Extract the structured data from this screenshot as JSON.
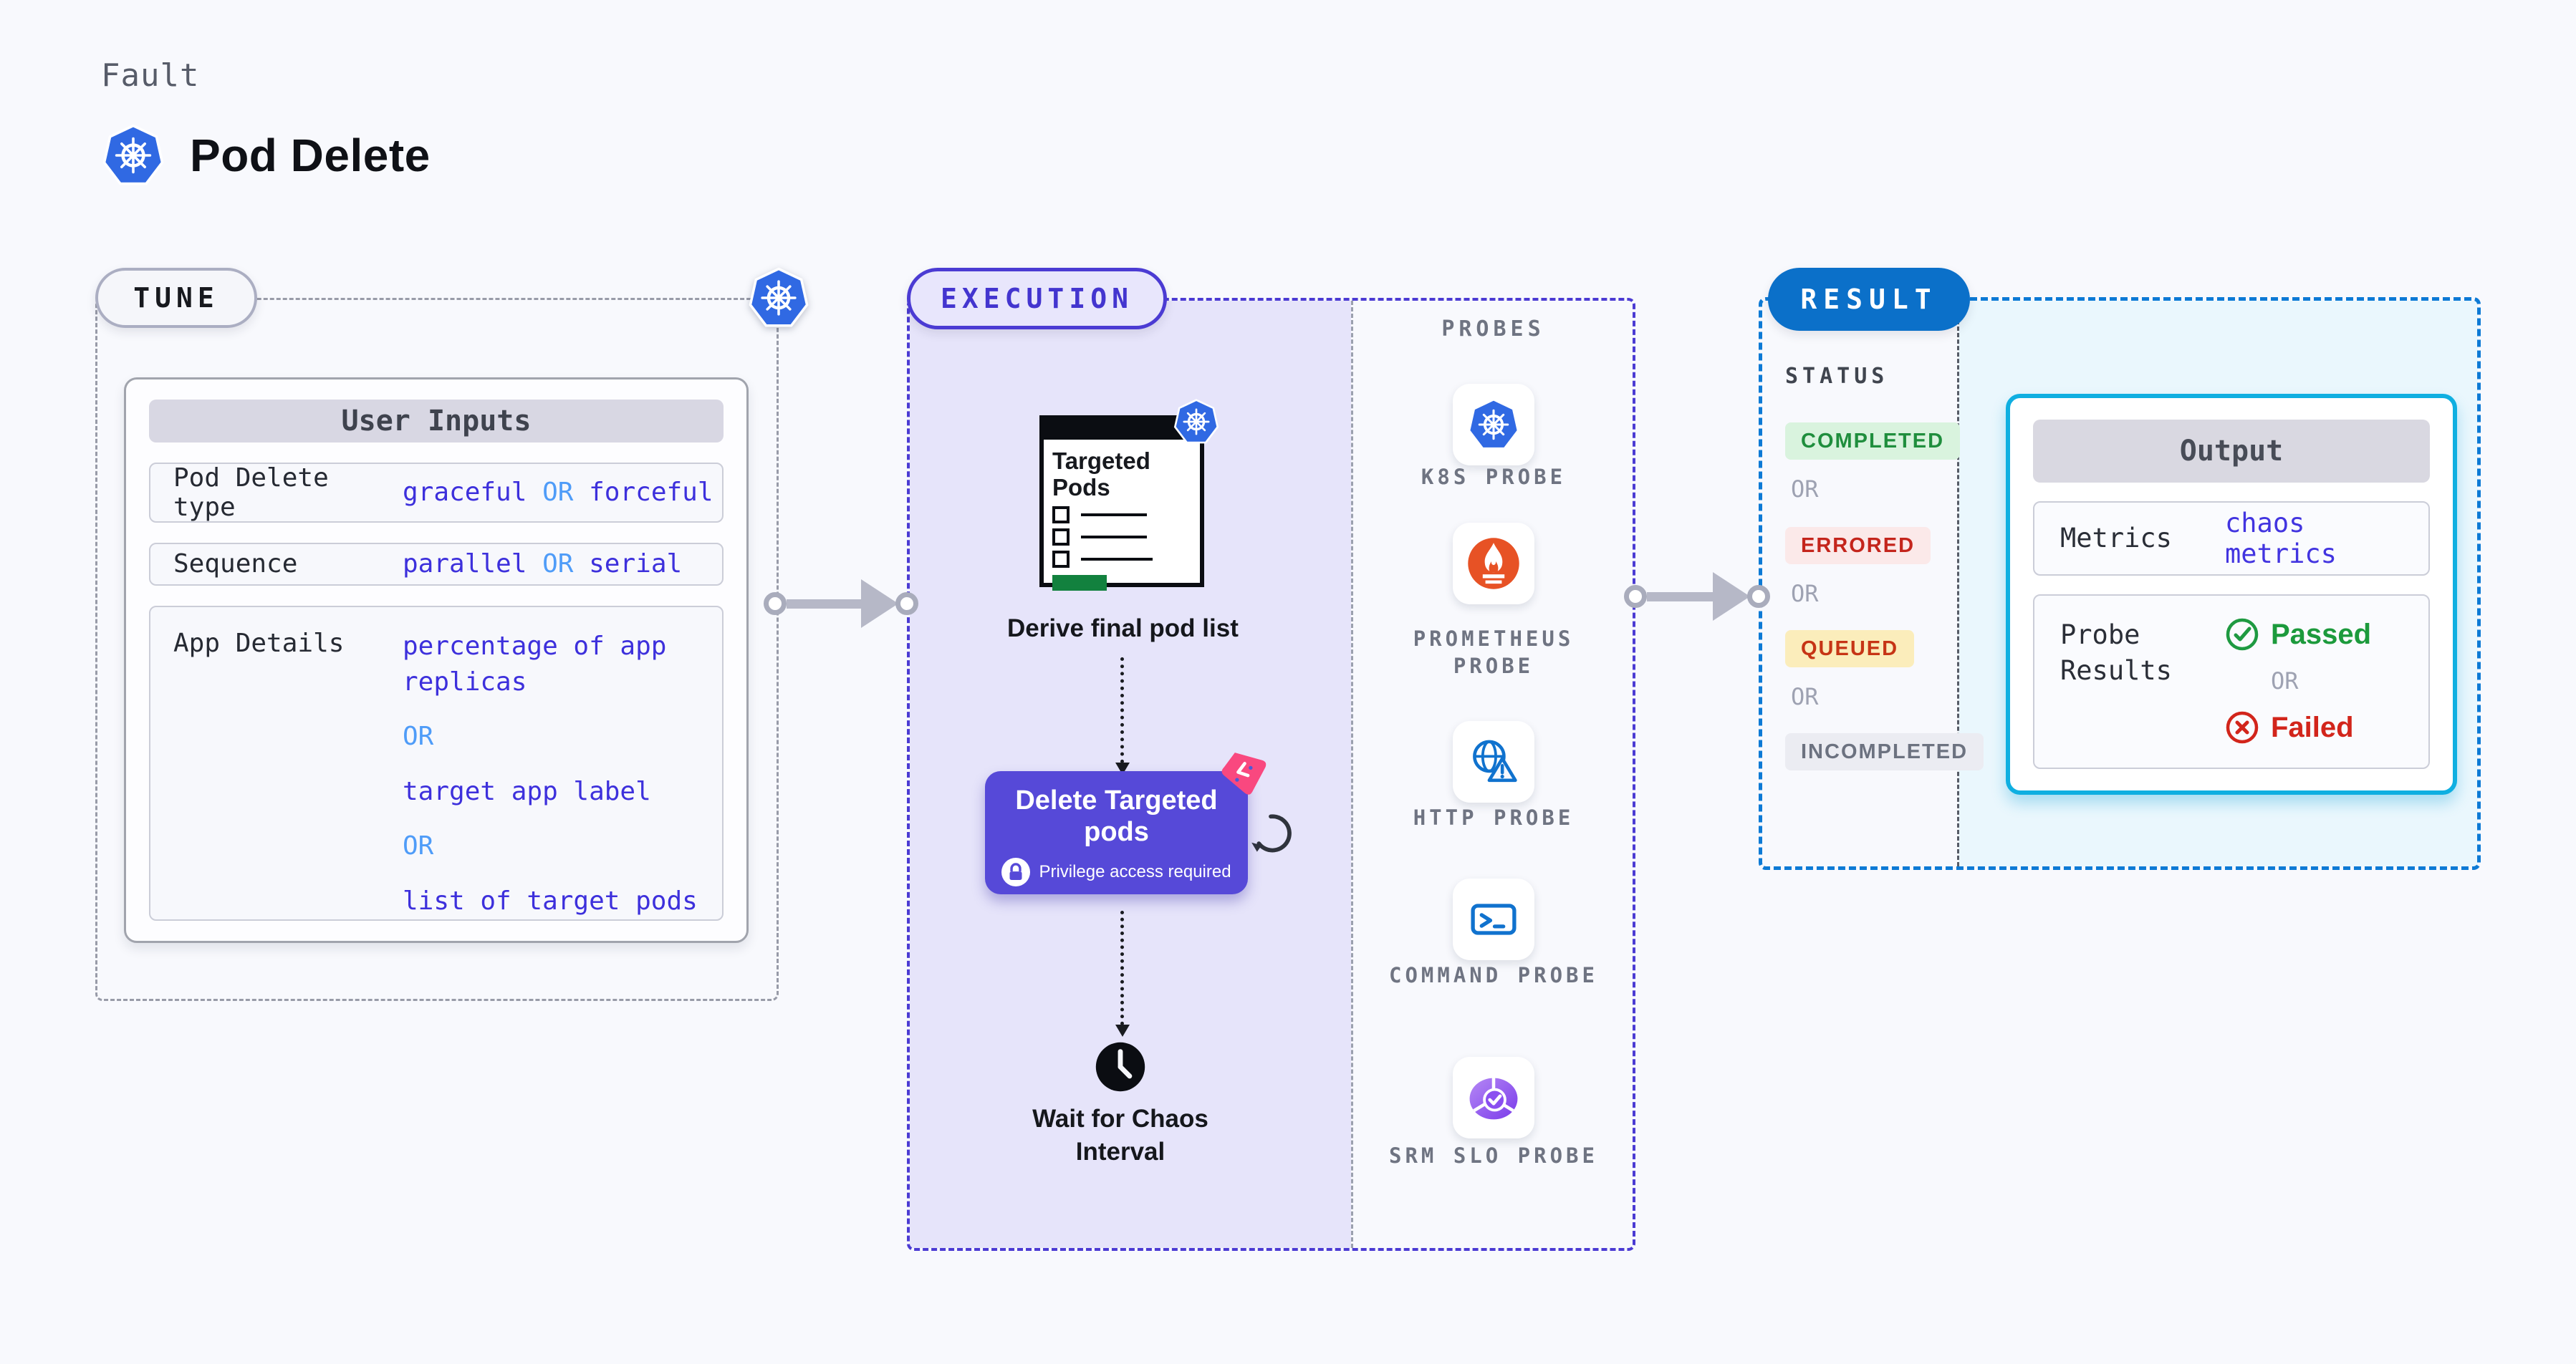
{
  "header": {
    "kicker": "Fault",
    "title": "Pod Delete"
  },
  "tune": {
    "label": "TUNE",
    "table": {
      "title": "User Inputs",
      "rows": [
        {
          "label": "Pod Delete type",
          "value1": "graceful",
          "or1": "OR",
          "value2": "forceful"
        },
        {
          "label": "Sequence",
          "value1": "parallel",
          "or1": "OR",
          "value2": "serial"
        },
        {
          "label": "App Details",
          "value1": "percentage of app replicas",
          "or1": "OR",
          "value2": "target app label",
          "or2": "OR",
          "value3": "list of target pods"
        }
      ]
    }
  },
  "execution": {
    "label": "EXECUTION",
    "probes_label": "PROBES",
    "targeted_pods_title": "Targeted Pods",
    "derive_label": "Derive final pod list",
    "delete_button": {
      "label": "Delete Targeted pods",
      "privilege": "Privilege access required"
    },
    "wait_label": "Wait for Chaos Interval"
  },
  "probes": {
    "items": [
      {
        "icon": "kubernetes-icon",
        "label": "K8S PROBE"
      },
      {
        "icon": "prometheus-icon",
        "label": "PROMETHEUS PROBE"
      },
      {
        "icon": "http-globe-warning-icon",
        "label": "HTTP PROBE"
      },
      {
        "icon": "terminal-icon",
        "label": "COMMAND PROBE"
      },
      {
        "icon": "slo-donut-check-icon",
        "label": "SRM SLO PROBE"
      }
    ]
  },
  "result": {
    "label": "RESULT",
    "status": {
      "title": "STATUS",
      "or_label": "OR",
      "items": [
        {
          "text": "COMPLETED",
          "color": "#1F8E3D",
          "bg": "#D9F3DE"
        },
        {
          "text": "ERRORED",
          "color": "#C4251C",
          "bg": "#FBE9E9"
        },
        {
          "text": "QUEUED",
          "color": "#C63415",
          "bg": "#FBEDBB"
        },
        {
          "text": "INCOMPLETED",
          "color": "#6C7280",
          "bg": "#EBECF2"
        }
      ]
    },
    "output": {
      "title": "Output",
      "metrics_label": "Metrics",
      "metrics_value": "chaos metrics",
      "probe_results_label": "Probe Results",
      "passed": "Passed",
      "or_label": "OR",
      "failed": "Failed"
    }
  },
  "colors": {
    "page_bg": "#F8F9FD",
    "value_indigo": "#3D30DC",
    "or_blue": "#4F9CF8",
    "execution_border": "#4B3BD3",
    "execution_fill": "#E6E4FA",
    "delete_button": "#5649D8",
    "result_pill": "#0B70C9",
    "result_dash": "#0D7AD5",
    "result_fill": "#EAF7FD",
    "output_border": "#0FAFE1",
    "kubernetes_blue": "#3069E3",
    "prometheus_orange": "#E75225",
    "chaos_pink": "#F9487F",
    "passed_green": "#1C9A3C",
    "failed_red": "#D2251B",
    "targeted_green": "#12813E"
  }
}
